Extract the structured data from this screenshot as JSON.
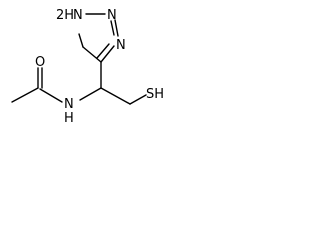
{
  "molecule": {
    "atoms": {
      "o": "O",
      "nh_amide": "N",
      "nh_amide_h": "H",
      "sh": "SH",
      "n_top": "N",
      "n_right": "N",
      "n_bottom": "N",
      "n_h": "2H"
    }
  }
}
